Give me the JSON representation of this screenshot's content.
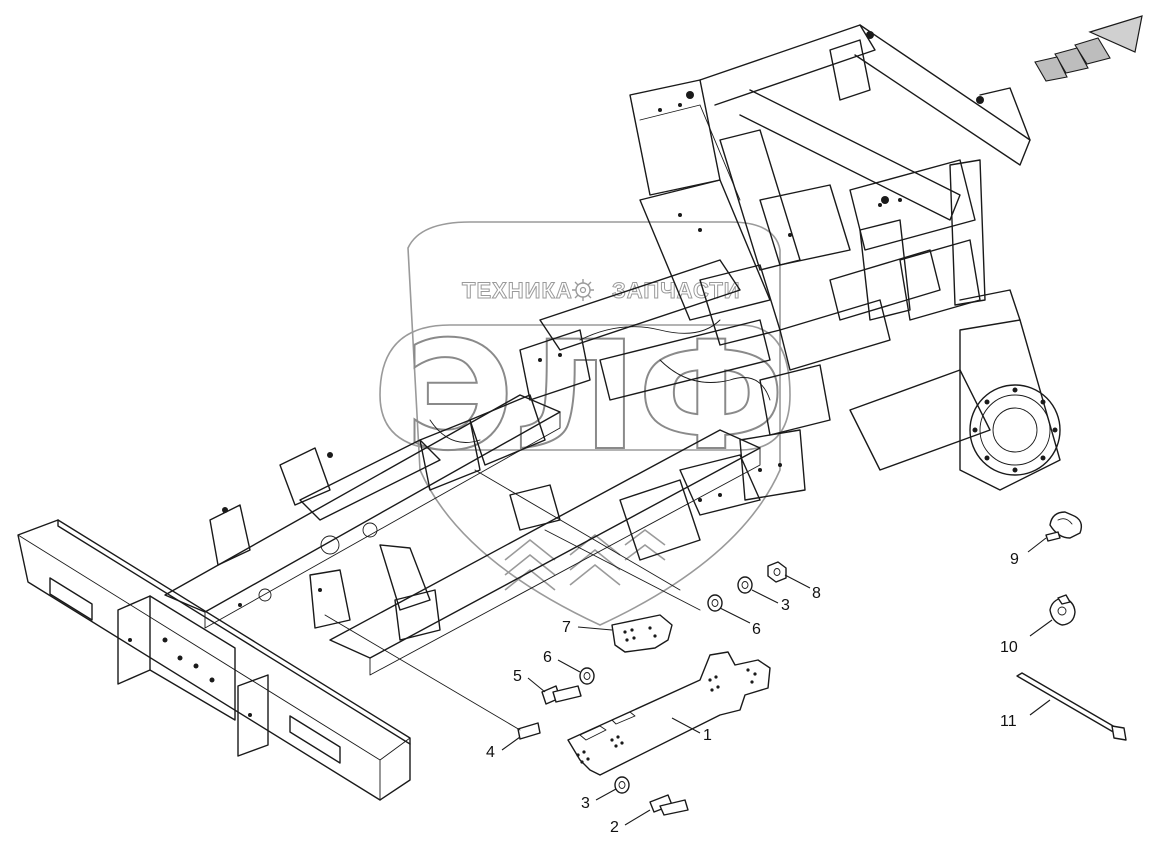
{
  "watermark": {
    "brand_left": "ТЕХНИКА",
    "brand_right": "ЗАПЧАСТИ",
    "logo_letters": "ЭЛФ"
  },
  "callouts": [
    {
      "id": "1",
      "label": "1"
    },
    {
      "id": "2",
      "label": "2"
    },
    {
      "id": "3a",
      "label": "3"
    },
    {
      "id": "3b",
      "label": "3"
    },
    {
      "id": "4",
      "label": "4"
    },
    {
      "id": "5",
      "label": "5"
    },
    {
      "id": "6a",
      "label": "6"
    },
    {
      "id": "6b",
      "label": "6"
    },
    {
      "id": "7",
      "label": "7"
    },
    {
      "id": "8",
      "label": "8"
    },
    {
      "id": "9",
      "label": "9"
    },
    {
      "id": "10",
      "label": "10"
    },
    {
      "id": "11",
      "label": "11"
    }
  ],
  "direction_arrow": {
    "icon": "forward-direction-arrow-icon"
  }
}
